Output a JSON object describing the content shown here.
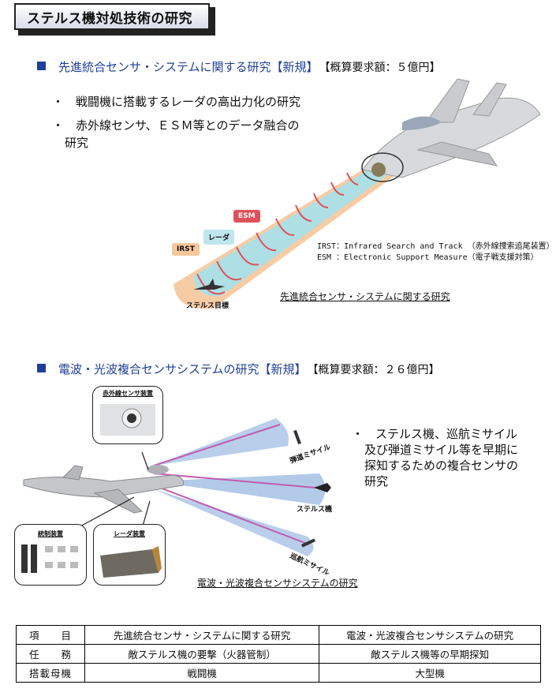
{
  "title": "ステルス機対処技術の研究",
  "section1": {
    "heading": "先進統合センサ・システムに関する研究【新規】",
    "cost": "【概算要求額：５億円】",
    "bullets": [
      "・　戦闘機に搭載するレーダの高出力化の研究",
      "・　赤外線センサ、ＥＳＭ等とのデータ融合の",
      "研究"
    ],
    "tags": {
      "irst": "IRST",
      "radar": "レーダ",
      "esm": "ESM"
    },
    "target_label": "ステルス目標",
    "legend": [
      "IRST：Infrared Search and Track （赤外線捜索追尾装置）",
      "ESM ：Electronic Support Measure（電子戦支援対策）"
    ],
    "caption": "先進統合センサ・システムに関する研究"
  },
  "section2": {
    "heading": "電波・光波複合センサシステムの研究【新規】",
    "cost": "【概算要求額：２６億円】",
    "bullets": [
      "・　ステルス機、巡航ミサイル",
      "及び弾道ミサイル等を早期に",
      "探知するための複合センサの",
      "研究"
    ],
    "ir_sensor_label": "赤外線センサ装置",
    "control_label": "統制装置",
    "radar_label": "レーダ装置",
    "targets": [
      "弾道ミサイル",
      "ステルス機",
      "巡航ミサイル"
    ],
    "caption": "電波・光波複合センサシステムの研究"
  },
  "table": {
    "rows": [
      [
        "項　　目",
        "先進統合センサ・システムに関する研究",
        "電波・光波複合センサシステムの研究"
      ],
      [
        "任　　務",
        "敵ステルス機の要撃（火器管制）",
        "敵ステルス機等の早期探知"
      ],
      [
        "搭載母機",
        "戦闘機",
        "大型機"
      ]
    ]
  },
  "colors": {
    "heading_blue": "#1f3f9a",
    "beam_orange": "#f6c79a",
    "beam_cyan": "#a9dfe8",
    "esm_red": "#e0505a",
    "beam_blue": "#7fa6d8",
    "beam_magenta": "#c25ab0"
  }
}
